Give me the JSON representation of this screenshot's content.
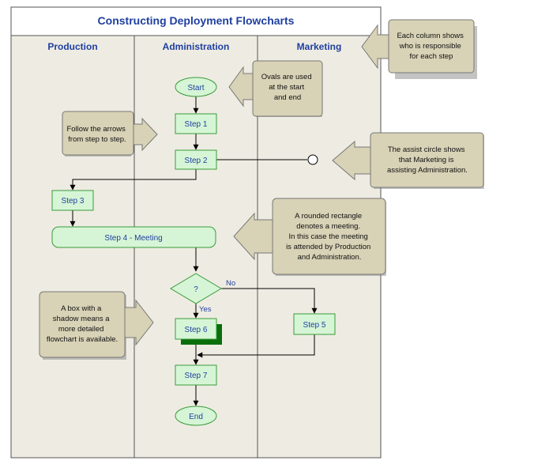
{
  "title": "Constructing Deployment Flowcharts",
  "columns": {
    "production": "Production",
    "administration": "Administration",
    "marketing": "Marketing"
  },
  "nodes": {
    "start": "Start",
    "step1": "Step 1",
    "step2": "Step 2",
    "step3": "Step 3",
    "step4": "Step 4 - Meeting",
    "decision": "?",
    "step5": "Step 5",
    "step6": "Step 6",
    "step7": "Step 7",
    "end": "End"
  },
  "edge_labels": {
    "no": "No",
    "yes": "Yes"
  },
  "callouts": {
    "columns": [
      "Each column shows",
      "who is responsible",
      "for each step"
    ],
    "ovals": [
      "Ovals are used",
      "at the start",
      "and end"
    ],
    "arrows": [
      "Follow the arrows",
      "from step to step."
    ],
    "assist": [
      "The assist circle shows",
      "that Marketing is",
      "assisting Administration."
    ],
    "meeting": [
      "A rounded rectangle",
      "denotes a meeting.",
      "In this case the meeting",
      "is attended by Production",
      "and Administration."
    ],
    "shadow": [
      "A box with a",
      "shadow means a",
      "more detailed",
      "flowchart is available."
    ]
  },
  "colors": {
    "lane_bg": "#eeece2",
    "node_fill": "#d6f5d6",
    "node_stroke": "#3a9a3a",
    "shadow": "#0a6e0a",
    "callout_fill": "#d8d2b6",
    "text_blue": "#1f3fa0"
  }
}
